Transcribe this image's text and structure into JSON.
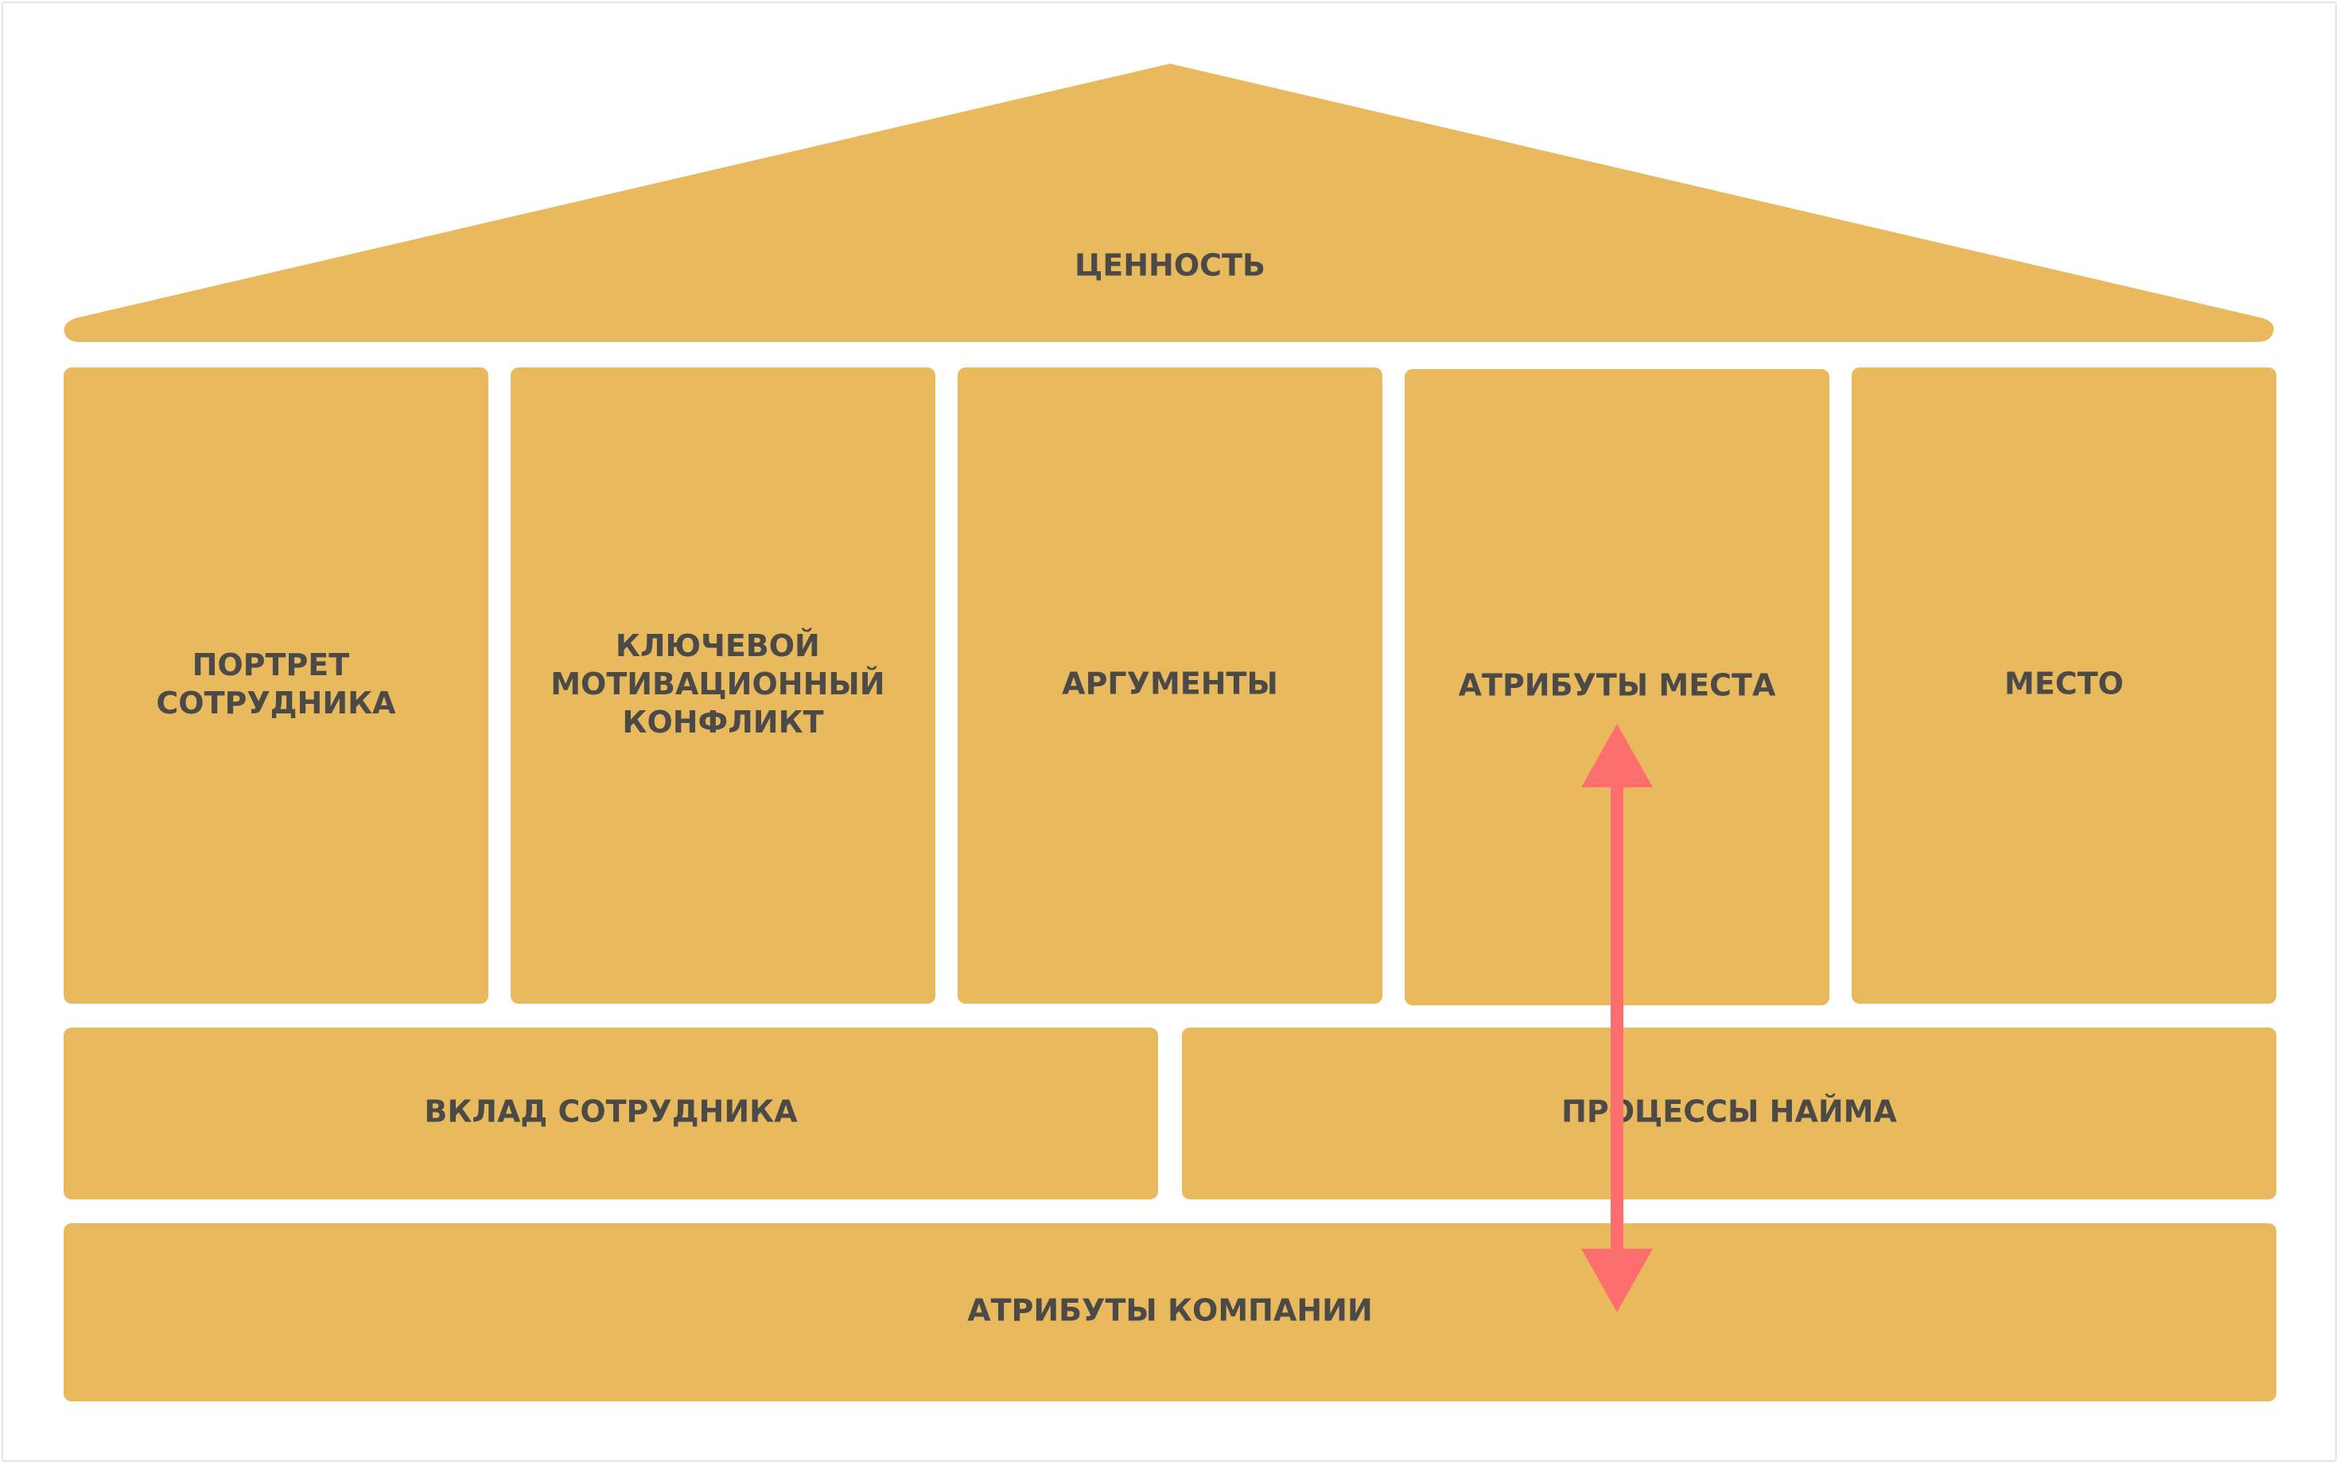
{
  "colors": {
    "block": "#e9b95e",
    "text": "#4b4a47",
    "arrow": "#fd6e6e",
    "background": "#ffffff"
  },
  "roof": {
    "label": "ЦЕННОСТЬ"
  },
  "pillars": [
    {
      "id": "portrait",
      "lines": [
        "ПОРТРЕТ",
        "СОТРУДНИКА"
      ]
    },
    {
      "id": "conflict",
      "lines": [
        "КЛЮЧЕВОЙ",
        "МОТИВАЦИОННЫЙ",
        "КОНФЛИКТ"
      ]
    },
    {
      "id": "arguments",
      "lines": [
        "АРГУМЕНТЫ"
      ]
    },
    {
      "id": "place-attributes",
      "lines": [
        "АТРИБУТЫ МЕСТА"
      ]
    },
    {
      "id": "place",
      "lines": [
        "МЕСТО"
      ]
    }
  ],
  "middle_row": [
    {
      "id": "employee-contribution",
      "label": "ВКЛАД СОТРУДНИКА"
    },
    {
      "id": "hiring-processes",
      "label": "ПРОЦЕССЫ НАЙМА"
    }
  ],
  "foundation": {
    "label": "АТРИБУТЫ КОМПАНИИ"
  },
  "arrow": {
    "type": "bidirectional",
    "connects": [
      "АТРИБУТЫ МЕСТА",
      "АТРИБУТЫ КОМПАНИИ"
    ]
  }
}
